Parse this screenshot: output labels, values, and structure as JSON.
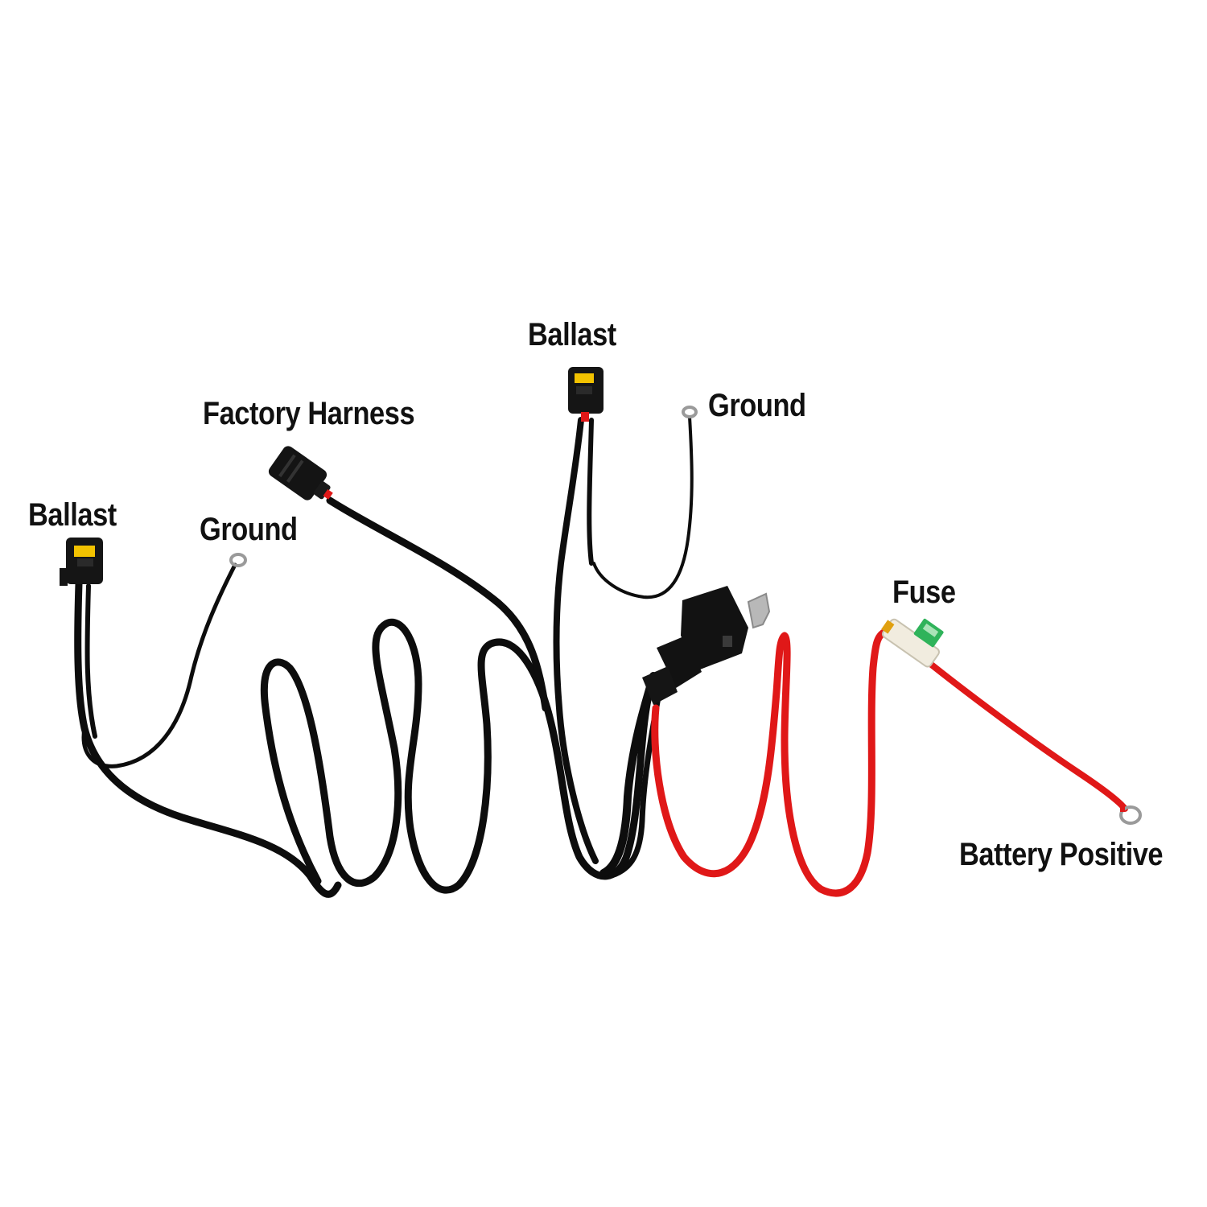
{
  "labels": {
    "ballast_left": "Ballast",
    "ground_left": "Ground",
    "factory_harness": "Factory Harness",
    "ballast_top": "Ballast",
    "ground_right": "Ground",
    "fuse": "Fuse",
    "battery_positive": "Battery Positive"
  },
  "colors": {
    "black_wire": "#0d0d0d",
    "red_wire": "#e01818",
    "fuse_green": "#2fb35a",
    "connector_yellow": "#f2c200"
  }
}
